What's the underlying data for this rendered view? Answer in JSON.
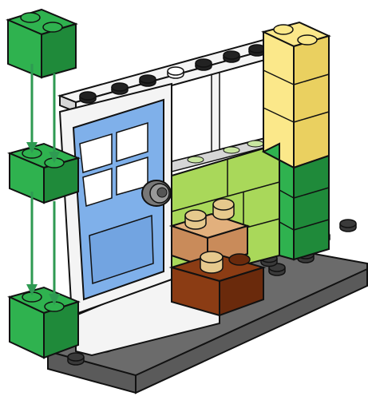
{
  "illustration": {
    "subject": "lego-instruction-step",
    "parts": [
      "baseplate",
      "door",
      "door-knob",
      "window",
      "lime-wall",
      "yellow-stack",
      "green-stack",
      "tan-brick",
      "brown-brick",
      "green-brick-move",
      "move-arrow"
    ]
  },
  "colors": {
    "outline": "#111111",
    "baseplate": "#5a5a5a",
    "baseplate_top": "#6b6b6b",
    "stud": "#3a3a3a",
    "green": "#2fb24f",
    "green_dark": "#1f8a3a",
    "yellow": "#fbe88a",
    "yellow_dark": "#ead060",
    "lime": "#a9d85a",
    "lime_dark": "#8cc040",
    "door_blue": "#7fb0ea",
    "door_blue_dark": "#5d8fd0",
    "frame_white": "#f4f4f4",
    "frame_grey": "#d6d6d6",
    "tan": "#c98b5a",
    "tan_light": "#e2b07d",
    "brown": "#8b3c14",
    "brown_dark": "#6a2a0c",
    "stud_tan": "#e6c98d",
    "arrow_green": "#2e9a52"
  }
}
